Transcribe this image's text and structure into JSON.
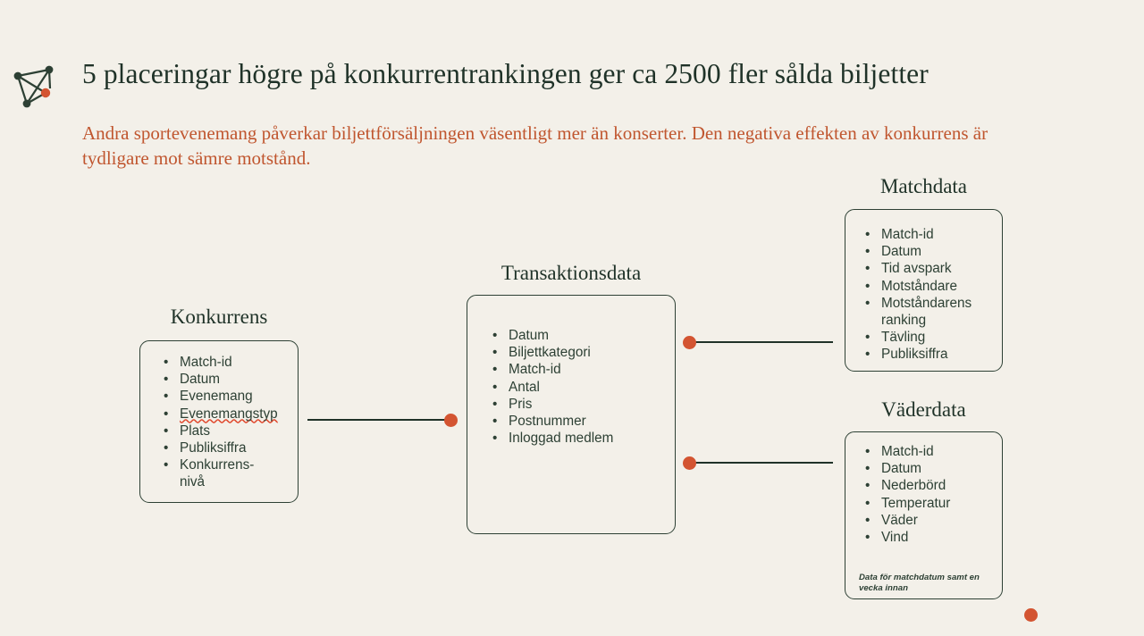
{
  "theme": {
    "background": "#f3f0e9",
    "ink": "#1f3228",
    "accent": "#c0562f",
    "dot": "#d35431",
    "border": "#2d4034"
  },
  "logo": {
    "name": "network-graph-logo",
    "node_color": "#2d4034",
    "accent_node_color": "#d35431"
  },
  "header": {
    "title": "5 placeringar högre på konkurrentrankingen ger ca 2500 fler sålda biljetter",
    "subtitle": "Andra sportevenemang påverkar biljettförsäljningen väsentligt mer än konserter. Den negativa effekten av konkurrens är tydligare mot sämre motstånd."
  },
  "entities": {
    "konkurrens": {
      "title": "Konkurrens",
      "fields": [
        {
          "label": "Match-id",
          "misspelled": false
        },
        {
          "label": "Datum",
          "misspelled": false
        },
        {
          "label": "Evenemang",
          "misspelled": false
        },
        {
          "label": "Evenemangstyp",
          "misspelled": true
        },
        {
          "label": "Plats",
          "misspelled": false
        },
        {
          "label": "Publiksiffra",
          "misspelled": false
        },
        {
          "label": "Konkurrens-\nnivå",
          "misspelled": false
        }
      ]
    },
    "transaktionsdata": {
      "title": "Transaktionsdata",
      "fields": [
        {
          "label": "Datum",
          "misspelled": false
        },
        {
          "label": "Biljettkategori",
          "misspelled": false
        },
        {
          "label": "Match-id",
          "misspelled": false
        },
        {
          "label": "Antal",
          "misspelled": false
        },
        {
          "label": "Pris",
          "misspelled": false
        },
        {
          "label": "Postnummer",
          "misspelled": false
        },
        {
          "label": "Inloggad medlem",
          "misspelled": false
        }
      ]
    },
    "matchdata": {
      "title": "Matchdata",
      "fields": [
        {
          "label": "Match-id",
          "misspelled": false
        },
        {
          "label": "Datum",
          "misspelled": false
        },
        {
          "label": "Tid avspark",
          "misspelled": false
        },
        {
          "label": "Motståndare",
          "misspelled": false
        },
        {
          "label": "Motståndarens\nranking",
          "misspelled": false
        },
        {
          "label": "Tävling",
          "misspelled": false
        },
        {
          "label": "Publiksiffra",
          "misspelled": false
        }
      ]
    },
    "vaderdata": {
      "title": "Väderdata",
      "fields": [
        {
          "label": "Match-id",
          "misspelled": false
        },
        {
          "label": "Datum",
          "misspelled": false
        },
        {
          "label": "Nederbörd",
          "misspelled": false
        },
        {
          "label": "Temperatur",
          "misspelled": false
        },
        {
          "label": "Väder",
          "misspelled": false
        },
        {
          "label": "Vind",
          "misspelled": false
        }
      ],
      "note": "Data för matchdatum samt en vecka innan"
    }
  },
  "connectors": [
    {
      "name": "konkurrens-to-transaktionsdata",
      "from": "konkurrens",
      "to": "transaktionsdata"
    },
    {
      "name": "transaktionsdata-to-matchdata",
      "from": "transaktionsdata",
      "to": "matchdata"
    },
    {
      "name": "transaktionsdata-to-vaderdata",
      "from": "transaktionsdata",
      "to": "vaderdata"
    }
  ]
}
